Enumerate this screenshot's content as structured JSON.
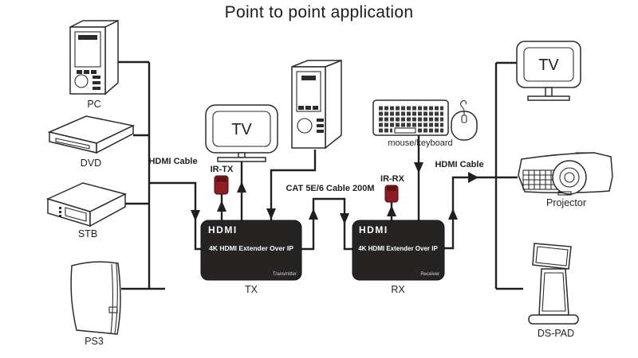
{
  "title": "Point to point application",
  "sources": {
    "pc": "PC",
    "dvd": "DVD",
    "stb": "STB",
    "ps3": "PS3"
  },
  "local_display": {
    "tv": "TV"
  },
  "remote_displays": {
    "tv": "TV",
    "projector": "Projector",
    "dspad": "DS-PAD"
  },
  "peripherals": {
    "mouse_keyboard": "mouse/keyboard"
  },
  "extenders": {
    "tx": {
      "brand": "HDMI",
      "product": "4K HDMI Extender Over IP",
      "role": "Transmitter",
      "label": "TX"
    },
    "rx": {
      "brand": "HDMI",
      "product": "4K HDMI Extender Over IP",
      "role": "Receiver",
      "label": "RX"
    }
  },
  "cables": {
    "hdmi_left": "HDMI Cable",
    "hdmi_right": "HDMI Cable",
    "cat": "CAT 5E/6 Cable 200M",
    "ir_tx": "IR-TX",
    "ir_rx": "IR-RX"
  },
  "colors": {
    "line": "#231f20",
    "ir_red": "#8e1c22",
    "box_black": "#262323"
  }
}
